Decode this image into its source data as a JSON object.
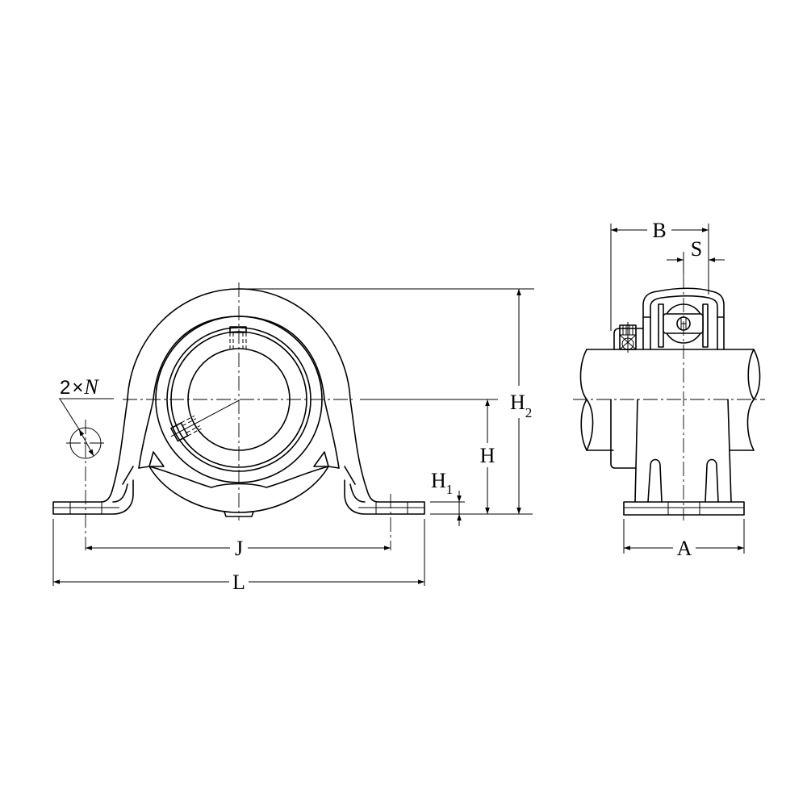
{
  "drawing": {
    "subject": "Pillow block ball bearing unit (pressed steel housing)",
    "views": [
      "front-view",
      "side-view"
    ],
    "line_color": "#000000",
    "background_color": "#ffffff"
  },
  "dimensions": {
    "hole_count_prefix": "2",
    "times_symbol": "×",
    "hole_symbol": "N",
    "H": "H",
    "H1_main": "H",
    "H1_sub": "1",
    "H2_main": "H",
    "H2_sub": "2",
    "J": "J",
    "L": "L",
    "A": "A",
    "B": "B",
    "S": "S"
  }
}
